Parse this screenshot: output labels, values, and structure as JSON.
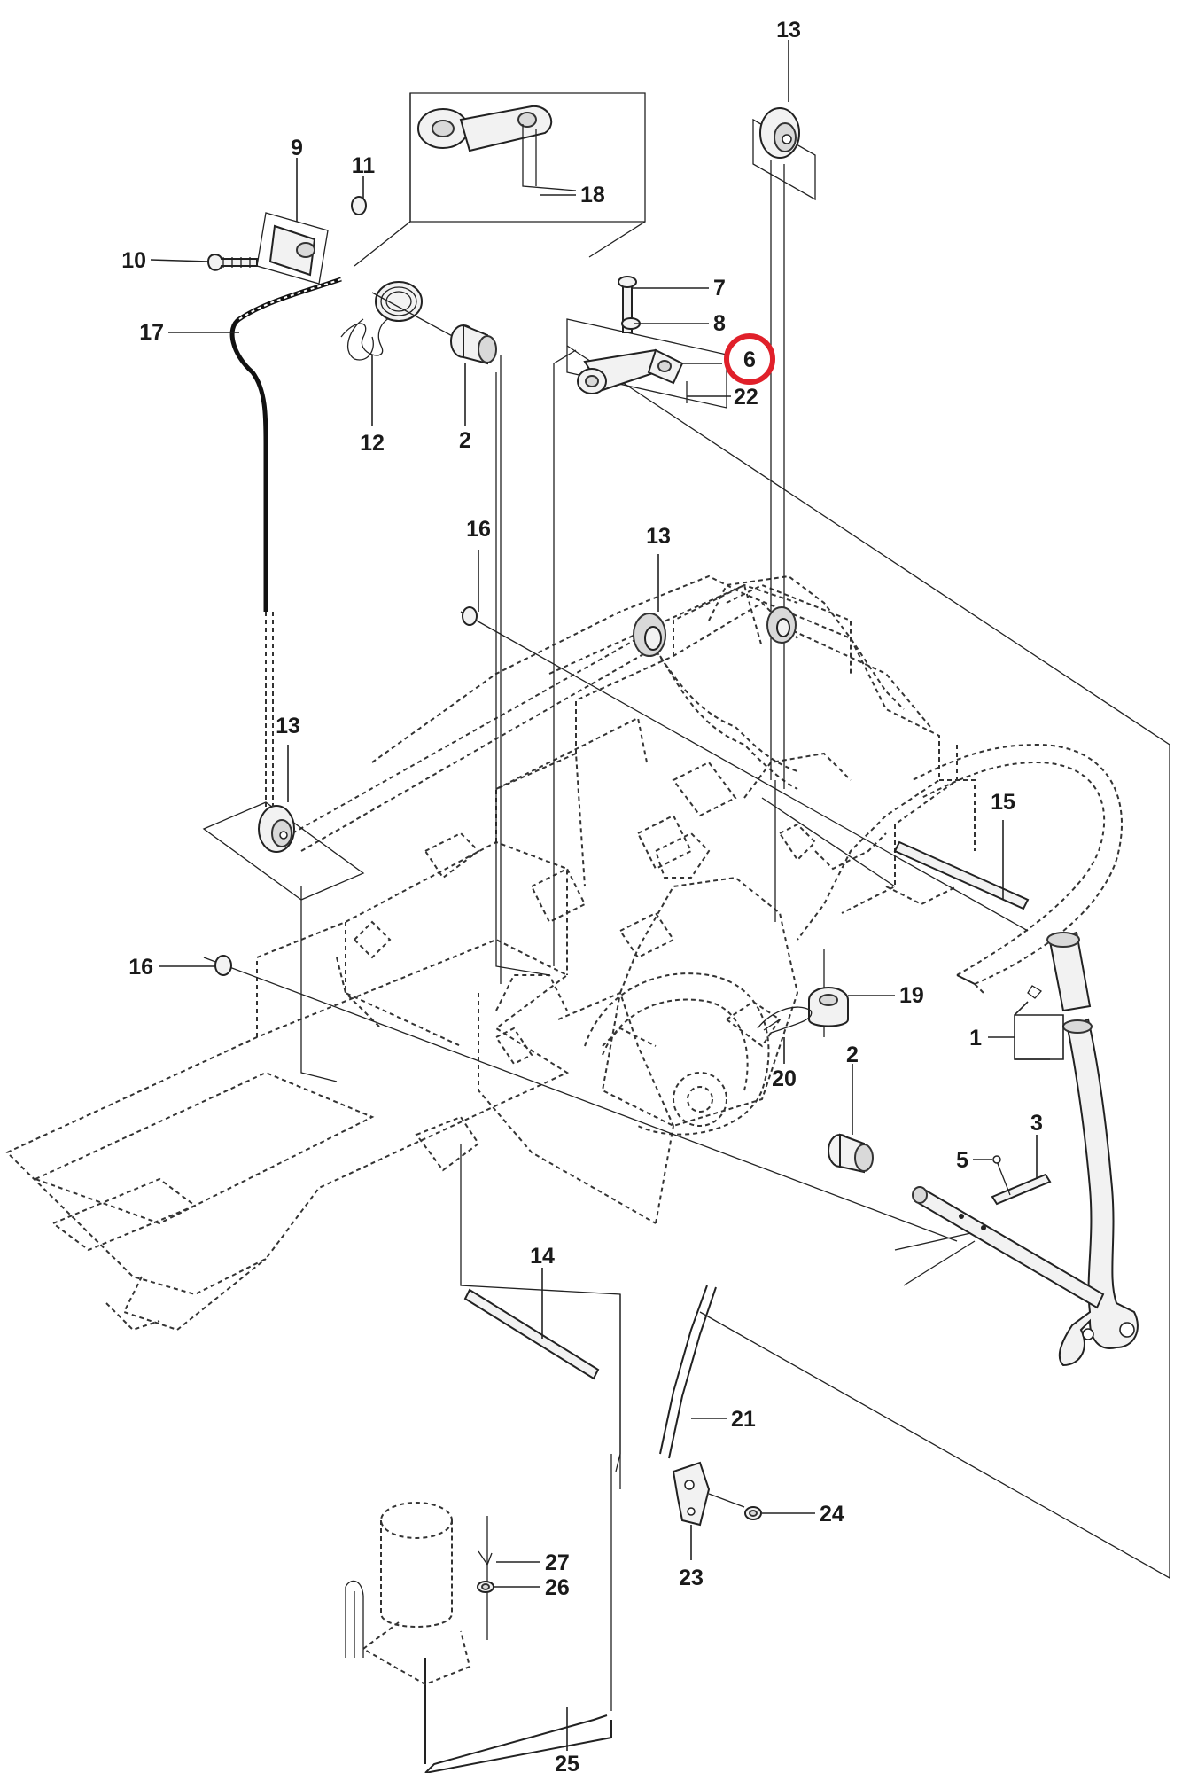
{
  "diagram": {
    "highlight_color": "#e0202a",
    "highlighted_callout": "6",
    "callouts": [
      {
        "id": "c13a",
        "label": "13"
      },
      {
        "id": "c9",
        "label": "9"
      },
      {
        "id": "c11",
        "label": "11"
      },
      {
        "id": "c18",
        "label": "18"
      },
      {
        "id": "c10",
        "label": "10"
      },
      {
        "id": "c7",
        "label": "7"
      },
      {
        "id": "c8",
        "label": "8"
      },
      {
        "id": "c17",
        "label": "17"
      },
      {
        "id": "c6",
        "label": "6"
      },
      {
        "id": "c22",
        "label": "22"
      },
      {
        "id": "c12",
        "label": "12"
      },
      {
        "id": "c2a",
        "label": "2"
      },
      {
        "id": "c16a",
        "label": "16"
      },
      {
        "id": "c13b",
        "label": "13"
      },
      {
        "id": "c13c",
        "label": "13"
      },
      {
        "id": "c15",
        "label": "15"
      },
      {
        "id": "c16b",
        "label": "16"
      },
      {
        "id": "c19",
        "label": "19"
      },
      {
        "id": "c1",
        "label": "1"
      },
      {
        "id": "c20",
        "label": "20"
      },
      {
        "id": "c2b",
        "label": "2"
      },
      {
        "id": "c3",
        "label": "3"
      },
      {
        "id": "c5",
        "label": "5"
      },
      {
        "id": "c14",
        "label": "14"
      },
      {
        "id": "c21",
        "label": "21"
      },
      {
        "id": "c24",
        "label": "24"
      },
      {
        "id": "c27",
        "label": "27"
      },
      {
        "id": "c26",
        "label": "26"
      },
      {
        "id": "c23",
        "label": "23"
      },
      {
        "id": "c25",
        "label": "25"
      }
    ]
  }
}
